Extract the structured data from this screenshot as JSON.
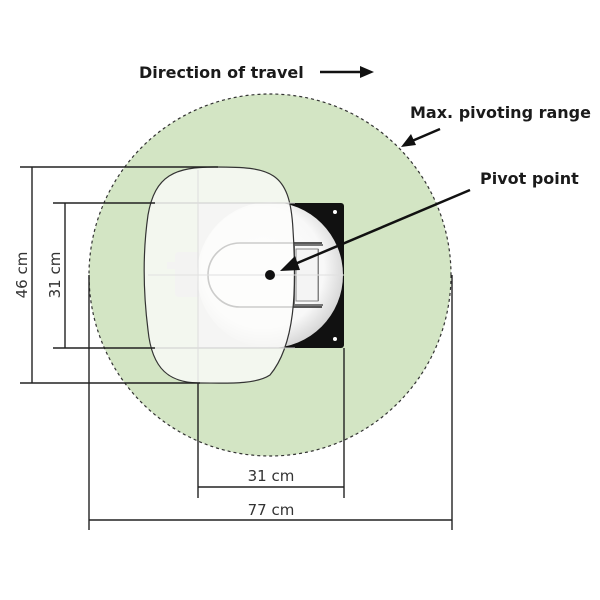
{
  "labels": {
    "direction_of_travel": "Direction of travel",
    "max_pivoting_range": "Max. pivoting range",
    "pivot_point": "Pivot point"
  },
  "dimensions": {
    "outer_height": "46 cm",
    "plate_height": "31 cm",
    "plate_width": "31 cm",
    "pivot_diameter": "77 cm"
  },
  "colors": {
    "pivot_range_fill": "#d3e5c4",
    "plate": "#111111",
    "seat_fill": "#fafcf8",
    "line": "#222222"
  }
}
